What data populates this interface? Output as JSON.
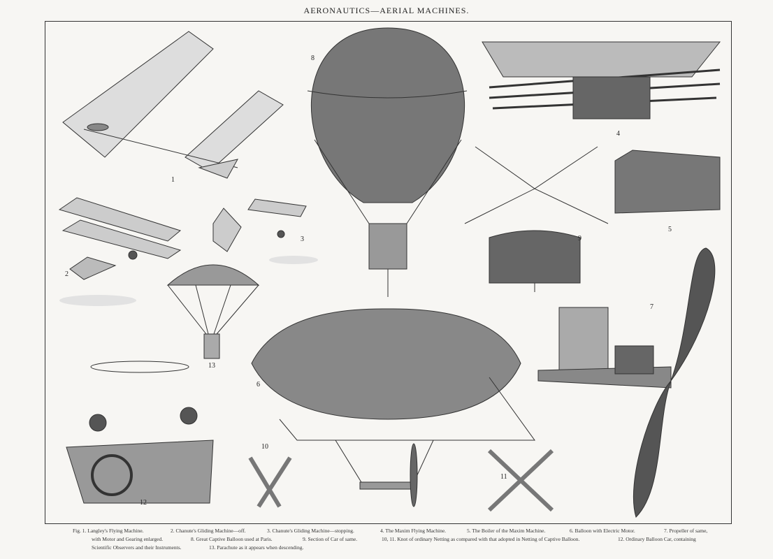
{
  "title": "AERONAUTICS—AERIAL MACHINES.",
  "figure_numbers": [
    "1",
    "2",
    "3",
    "4",
    "5",
    "6",
    "7",
    "8",
    "9",
    "10",
    "11",
    "12",
    "13"
  ],
  "captions": {
    "row1": [
      "Fig. 1. Langley's Flying Machine.",
      "2. Chanute's Gliding Machine—off.",
      "3. Chanute's Gliding Machine—stopping.",
      "4. The Maxim Flying Machine.",
      "5. The Boiler of the Maxim Machine.",
      "6. Balloon with Electric Motor.",
      "7. Propeller of same,"
    ],
    "row2": [
      "with Motor and Gearing enlarged.",
      "8. Great Captive Balloon used at Paris.",
      "9. Section of Car of same.",
      "10, 11. Knot of ordinary Netting as compared with that adopted in Netting of Captive Balloon.",
      "12. Ordinary Balloon Car, containing"
    ],
    "row3": [
      "Scientific Observers and their Instruments.",
      "13. Parachute as it appears when descending."
    ]
  },
  "colors": {
    "paper": "#f7f6f3",
    "ink": "#222222"
  }
}
